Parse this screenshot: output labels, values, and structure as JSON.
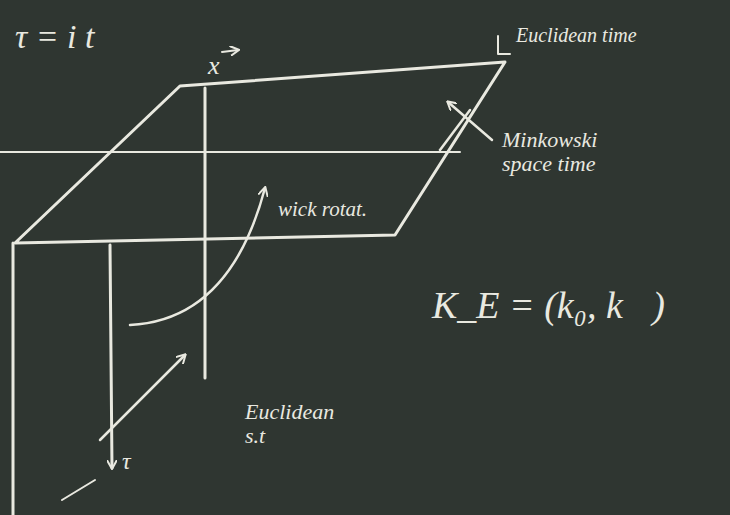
{
  "diagram": {
    "labels": [
      "τ = i t",
      "x",
      "Euclidean time",
      "Minkowski space time",
      "wick rotat.",
      "K_E = (k₀, k⃗)",
      "Euclidean s.t",
      "τ"
    ]
  }
}
